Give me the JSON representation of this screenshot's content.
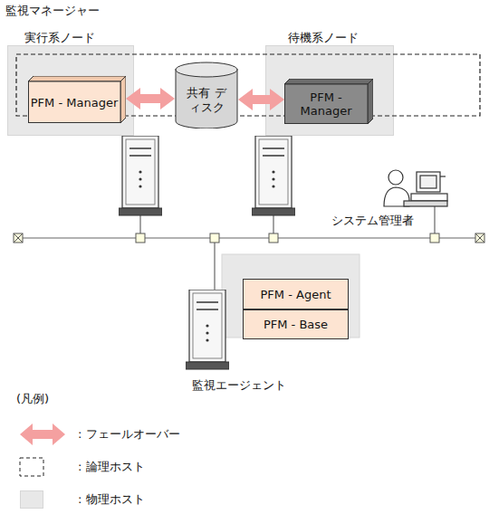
{
  "diagram": {
    "nodes": [
      {
        "text": [
          "実行系ノード"
        ]
      },
      {
        "text": [
          "PFM - Manager"
        ],
        "in": 0
      },
      {
        "text": [
          "待機系ノード"
        ]
      },
      {
        "text": [
          "PFM - Manager"
        ],
        "in": 2
      },
      {
        "text": [
          "共有 ディスク"
        ]
      },
      {
        "text": [
          "PFM - Agent"
        ]
      },
      {
        "text": [
          "PFM - Base"
        ]
      }
    ],
    "edges": [
      {
        "from": 1,
        "to": 4,
        "arrow": "both"
      },
      {
        "from": 4,
        "to": 3,
        "arrow": "both"
      }
    ],
    "labels": [
      "監視マネージャー",
      "システム管理者",
      "監視エージェント",
      "(凡例)"
    ],
    "legend": [
      {
        "text": ": フェールオーバー"
      },
      {
        "text": ": 論理ホスト"
      },
      {
        "text": ": 物理ホスト",
        "color": "#e8e8e8"
      }
    ]
  }
}
